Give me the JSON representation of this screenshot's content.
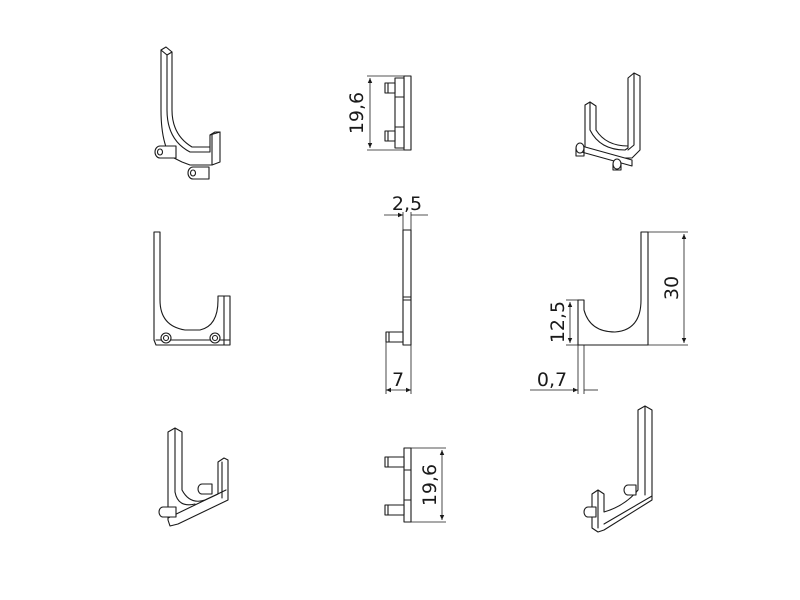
{
  "dimensions": {
    "top_height": "19,6",
    "thickness": "2,5",
    "pin_length": "7",
    "bottom_height": "19,6",
    "total_height": "30",
    "base_height": "12,5",
    "offset": "0,7"
  }
}
